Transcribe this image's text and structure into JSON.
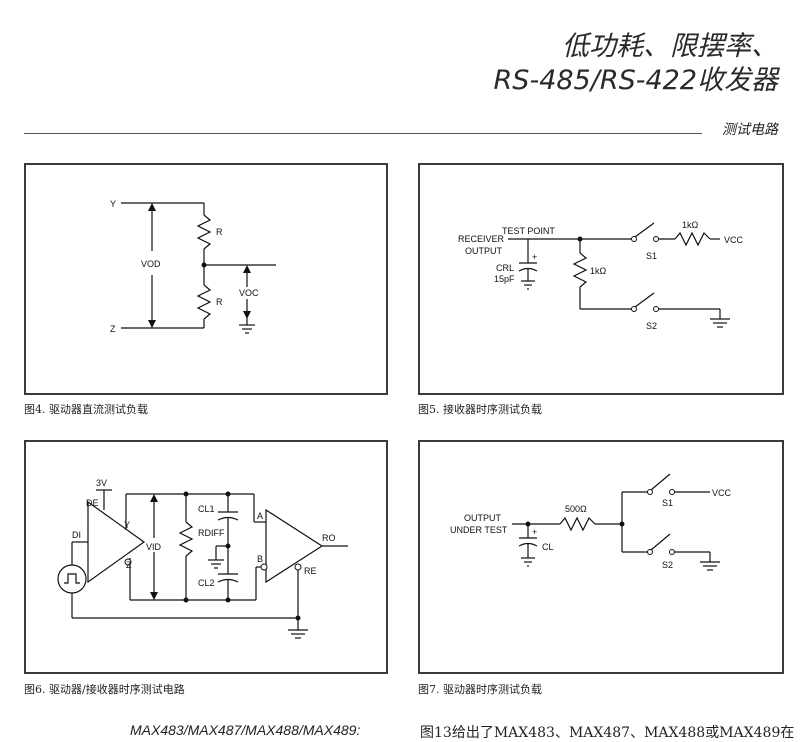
{
  "header": {
    "title_line1": "低功耗、限摆率、",
    "title_line2": "RS-485/RS-422收发器",
    "section": "测试电路"
  },
  "fig4": {
    "caption": "图4. 驱动器直流测试负载",
    "labels": {
      "y": "Y",
      "z": "Z",
      "vod": "VOD",
      "r_top": "R",
      "r_bottom": "R",
      "voc": "VOC"
    }
  },
  "fig5": {
    "caption": "图5. 接收器时序测试负载",
    "labels": {
      "receiver": "RECEIVER",
      "output": "OUTPUT",
      "test_point": "TEST POINT",
      "crl": "CRL",
      "cap": "15pF",
      "res1": "1kΩ",
      "res2": "1kΩ",
      "s1": "S1",
      "s2": "S2",
      "vcc": "VCC",
      "plus": "+"
    }
  },
  "fig6": {
    "caption": "图6. 驱动器/接收器时序测试电路",
    "labels": {
      "v3": "3V",
      "de": "DE",
      "di": "DI",
      "y": "Y",
      "z": "Z",
      "vid": "VID",
      "cl1": "CL1",
      "cl2": "CL2",
      "rdiff": "RDIFF",
      "a": "A",
      "b": "B",
      "ro": "RO",
      "re": "RE"
    }
  },
  "fig7": {
    "caption": "图7. 驱动器时序测试负载",
    "labels": {
      "output": "OUTPUT",
      "under_test": "UNDER TEST",
      "res": "500Ω",
      "cl": "CL",
      "s1": "S1",
      "s2": "S2",
      "vcc": "VCC",
      "plus": "+"
    }
  },
  "footer": {
    "left": "MAX483/MAX487/MAX488/MAX489:",
    "right": "图13给出了MAX483、MAX487、MAX488或MAX489在"
  }
}
